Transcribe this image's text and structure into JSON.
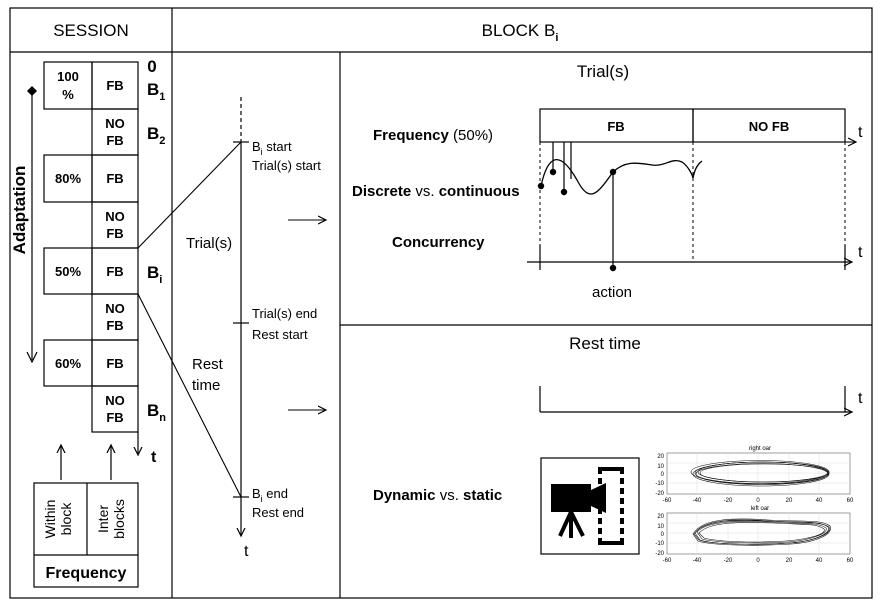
{
  "header": {
    "session": "SESSION",
    "block_title": "BLOCK B",
    "block_sub": "i"
  },
  "session": {
    "zero_label": "0",
    "feedback_rows": [
      {
        "pct": "100",
        "pct2": "%",
        "fb": "FB"
      },
      {
        "fb1": "NO",
        "fb2": "FB"
      },
      {
        "pct": "80%",
        "fb": "FB"
      },
      {
        "fb1": "NO",
        "fb2": "FB"
      },
      {
        "pct": "50%",
        "fb": "FB"
      },
      {
        "fb1": "NO",
        "fb2": "FB"
      },
      {
        "pct": "60%",
        "fb": "FB"
      },
      {
        "fb1": "NO",
        "fb2": "FB"
      }
    ],
    "block_labels": [
      {
        "main": "B",
        "sub": "1"
      },
      {
        "main": "B",
        "sub": "2"
      },
      {
        "main": "B",
        "sub": "i"
      },
      {
        "main": "B",
        "sub": "n"
      }
    ],
    "time_label": "t",
    "adaptation_label": "Adaptation",
    "within_block": [
      "Within",
      "block"
    ],
    "inter_blocks": [
      "Inter",
      "blocks"
    ],
    "frequency_label": "Frequency"
  },
  "timeline": {
    "bi_start": "B",
    "bi_start_sub": "i",
    "bi_start_text": " start",
    "trial_start": "Trial(s) start",
    "trials_label": "Trial(s)",
    "trial_end": "Trial(s) end",
    "rest_start": "Rest start",
    "rest_time_1": "Rest",
    "rest_time_2": "time",
    "bi_end": "B",
    "bi_end_sub": "i",
    "bi_end_text": " end",
    "rest_end": "Rest end",
    "time_label": "t"
  },
  "trials_panel": {
    "title": "Trial(s)",
    "frequency_bold": "Frequency",
    "frequency_rest": " (50%)",
    "fb_label": "FB",
    "nofb_label": "NO FB",
    "discrete_bold": "Discrete",
    "vs": " vs. ",
    "continuous_bold": "continuous",
    "concurrency": "Concurrency",
    "action": "action",
    "t": "t"
  },
  "rest_panel": {
    "title": "Rest time",
    "dynamic_bold": "Dynamic",
    "vs": " vs. ",
    "static_bold": "static",
    "t": "t"
  },
  "mini_plots": [
    {
      "title": "right oar",
      "yticks": [
        "20",
        "10",
        "0",
        "-10",
        "-20"
      ],
      "xticks": [
        "-60",
        "-40",
        "-20",
        "0",
        "20",
        "40",
        "60"
      ]
    },
    {
      "title": "left oar",
      "yticks": [
        "20",
        "10",
        "0",
        "-10",
        "-20"
      ],
      "xticks": [
        "-60",
        "-40",
        "-20",
        "0",
        "20",
        "40",
        "60"
      ]
    }
  ]
}
